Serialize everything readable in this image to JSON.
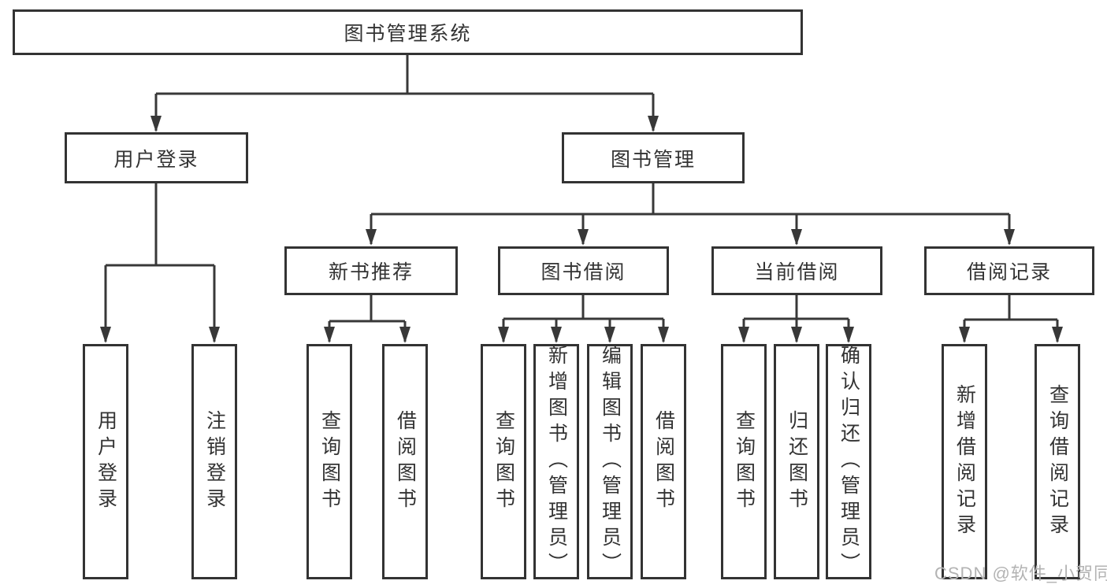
{
  "tree": {
    "root": {
      "label": "图书管理系统"
    },
    "branches": [
      {
        "label": "用户登录",
        "children": [
          {
            "label": "用户登录"
          },
          {
            "label": "注销登录"
          }
        ]
      },
      {
        "label": "图书管理",
        "children": [
          {
            "label": "新书推荐",
            "children": [
              {
                "label": "查询图书"
              },
              {
                "label": "借阅图书"
              }
            ]
          },
          {
            "label": "图书借阅",
            "children": [
              {
                "label": "查询图书"
              },
              {
                "label": "新增图书（管理员）"
              },
              {
                "label": "编辑图书（管理员）"
              },
              {
                "label": "借阅图书"
              }
            ]
          },
          {
            "label": "当前借阅",
            "children": [
              {
                "label": "查询图书"
              },
              {
                "label": "归还图书"
              },
              {
                "label": "确认归还（管理员）"
              }
            ]
          },
          {
            "label": "借阅记录",
            "children": [
              {
                "label": "新增借阅记录"
              },
              {
                "label": "查询借阅记录"
              }
            ]
          }
        ]
      }
    ]
  },
  "watermark": {
    "text": "CSDN @软件_小贺同学"
  },
  "colors": {
    "line": "#383838",
    "box_border": "#333333",
    "text": "#333333",
    "background": "#ffffff",
    "watermark": "#b3b3b3"
  }
}
